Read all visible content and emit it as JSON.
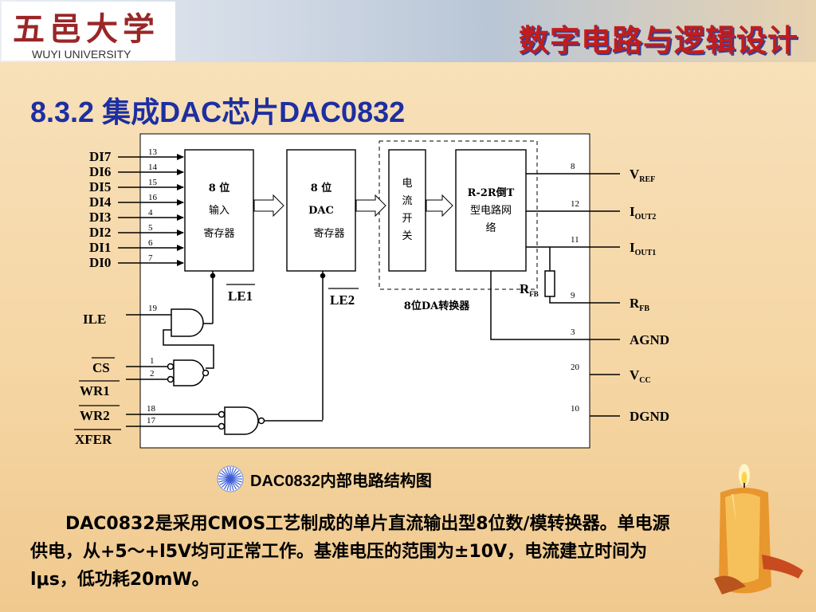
{
  "header": {
    "logo_cn": "五邑大学",
    "logo_en": "WUYI UNIVERSITY",
    "course_title": "数字电路与逻辑设计"
  },
  "section_title": "8.3.2  集成DAC芯片DAC0832",
  "diagram": {
    "inputs": [
      "DI7",
      "DI6",
      "DI5",
      "DI4",
      "DI3",
      "DI2",
      "DI1",
      "DI0"
    ],
    "input_pins": [
      "13",
      "14",
      "15",
      "16",
      "4",
      "5",
      "6",
      "7"
    ],
    "input_register": [
      "8 位",
      "输入",
      "寄存器"
    ],
    "dac_register": [
      "8 位",
      "DAC",
      "寄存器"
    ],
    "switch_block": [
      "电",
      "流",
      "开",
      "关"
    ],
    "r2r_block": [
      "R-2R倒T",
      "型电路网",
      "络"
    ],
    "converter_label": "8位DA转换器",
    "le1": "LE1",
    "le2": "LE2",
    "rfb_internal_r": "R",
    "rfb_internal_sub": "FB",
    "control_inputs": {
      "ile": "ILE",
      "ile_pin": "19",
      "cs": "CS",
      "cs_pin": "1",
      "wr1": "WR1",
      "wr1_pin": "2",
      "wr2": "WR2",
      "wr2_pin": "18",
      "xfer": "XFER",
      "xfer_pin": "17"
    },
    "outputs": [
      {
        "pin": "8",
        "main": "V",
        "sub": "REF"
      },
      {
        "pin": "12",
        "main": "I",
        "sub": "OUT2"
      },
      {
        "pin": "11",
        "main": "I",
        "sub": "OUT1"
      },
      {
        "pin": "9",
        "main": "R",
        "sub": "FB"
      },
      {
        "pin": "3",
        "main": "AGND",
        "sub": ""
      },
      {
        "pin": "20",
        "main": "V",
        "sub": "CC"
      },
      {
        "pin": "10",
        "main": "DGND",
        "sub": ""
      }
    ]
  },
  "caption": "DAC0832内部电路结构图",
  "description": "DAC0832是采用CMOS工艺制成的单片直流输出型8位数/模转换器。单电源供电，从+5～+l5V均可正常工作。基准电压的范围为±10V，电流建立时间为lμs，低功耗20mW。",
  "colors": {
    "title_blue": "#1d2fa0",
    "course_red": "#c21c1c",
    "logo_red": "#9a2626"
  }
}
